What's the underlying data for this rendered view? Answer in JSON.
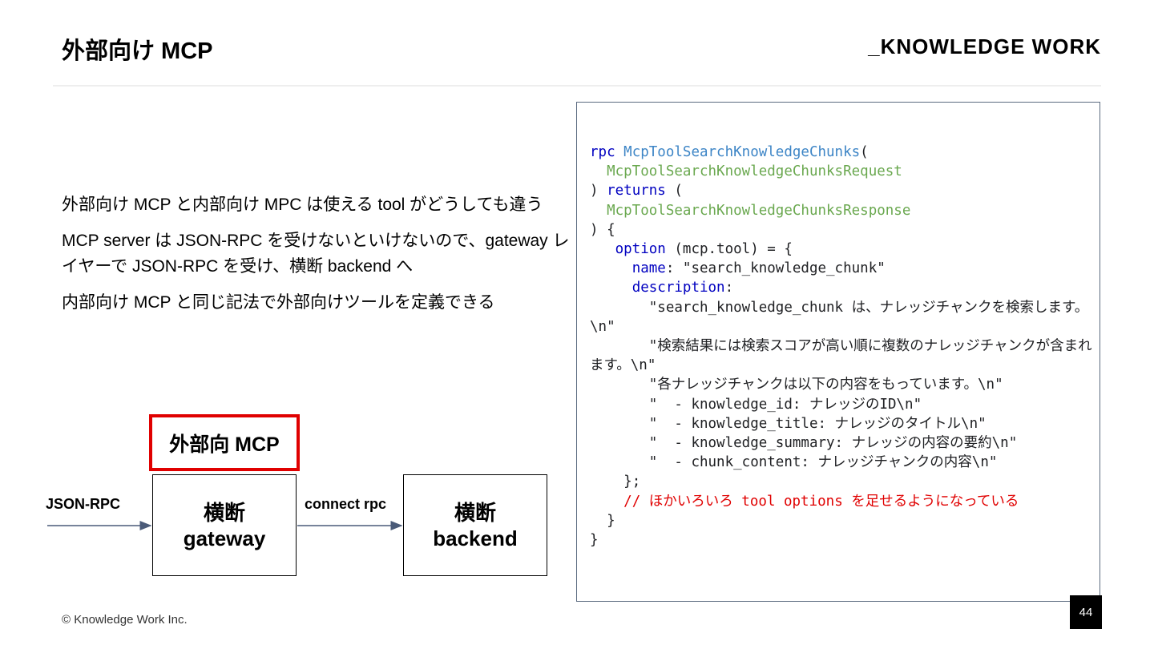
{
  "header": {
    "title": "外部向け MCP",
    "brand": "_KNOWLEDGE WORK"
  },
  "bullets": [
    "外部向け MCP と内部向け MPC は使える tool がどうしても違う",
    "MCP server は JSON-RPC を受けないといけないので、gateway レイヤーで JSON-RPC を受け、横断 backend へ",
    "内部向け MCP と同じ記法で外部向けツールを定義できる"
  ],
  "code": {
    "l1_kw": "rpc",
    "l1_fn": "McpToolSearchKnowledgeChunks",
    "l1_punct": "(",
    "l2_type": "McpToolSearchKnowledgeChunksRequest",
    "l3_punct": ")",
    "l3_kw": "returns",
    "l3_punct2": "(",
    "l4_type": "McpToolSearchKnowledgeChunksResponse",
    "l5": ") {",
    "l6_kw": "option",
    "l6_rest": "(mcp.tool) = {",
    "l7_field": "name",
    "l7_rest": ": \"search_knowledge_chunk\"",
    "l8_field": "description",
    "l8_rest": ":",
    "l9": "\"search_knowledge_chunk は、ナレッジチャンクを検索します。\\n\"",
    "l10": "\"検索結果には検索スコアが高い順に複数のナレッジチャンクが含まれます。\\n\"",
    "l11": "\"各ナレッジチャンクは以下の内容をもっています。\\n\"",
    "l12": "\"  - knowledge_id: ナレッジのID\\n\"",
    "l13": "\"  - knowledge_title: ナレッジのタイトル\\n\"",
    "l14": "\"  - knowledge_summary: ナレッジの内容の要約\\n\"",
    "l15": "\"  - chunk_content: ナレッジチャンクの内容\\n\"",
    "l16": "};",
    "l17_comment": "// ほかいろいろ tool options を足せるようになっている",
    "l18": "}",
    "l19": "}"
  },
  "diagram": {
    "mcp_label": "外部向 MCP",
    "input_label": "JSON-RPC",
    "link_label": "connect rpc",
    "gateway": {
      "line1": "横断",
      "line2": "gateway"
    },
    "backend": {
      "line1": "横断",
      "line2": "backend"
    }
  },
  "footer": {
    "copyright": "© Knowledge Work Inc.",
    "page_number": "44"
  }
}
